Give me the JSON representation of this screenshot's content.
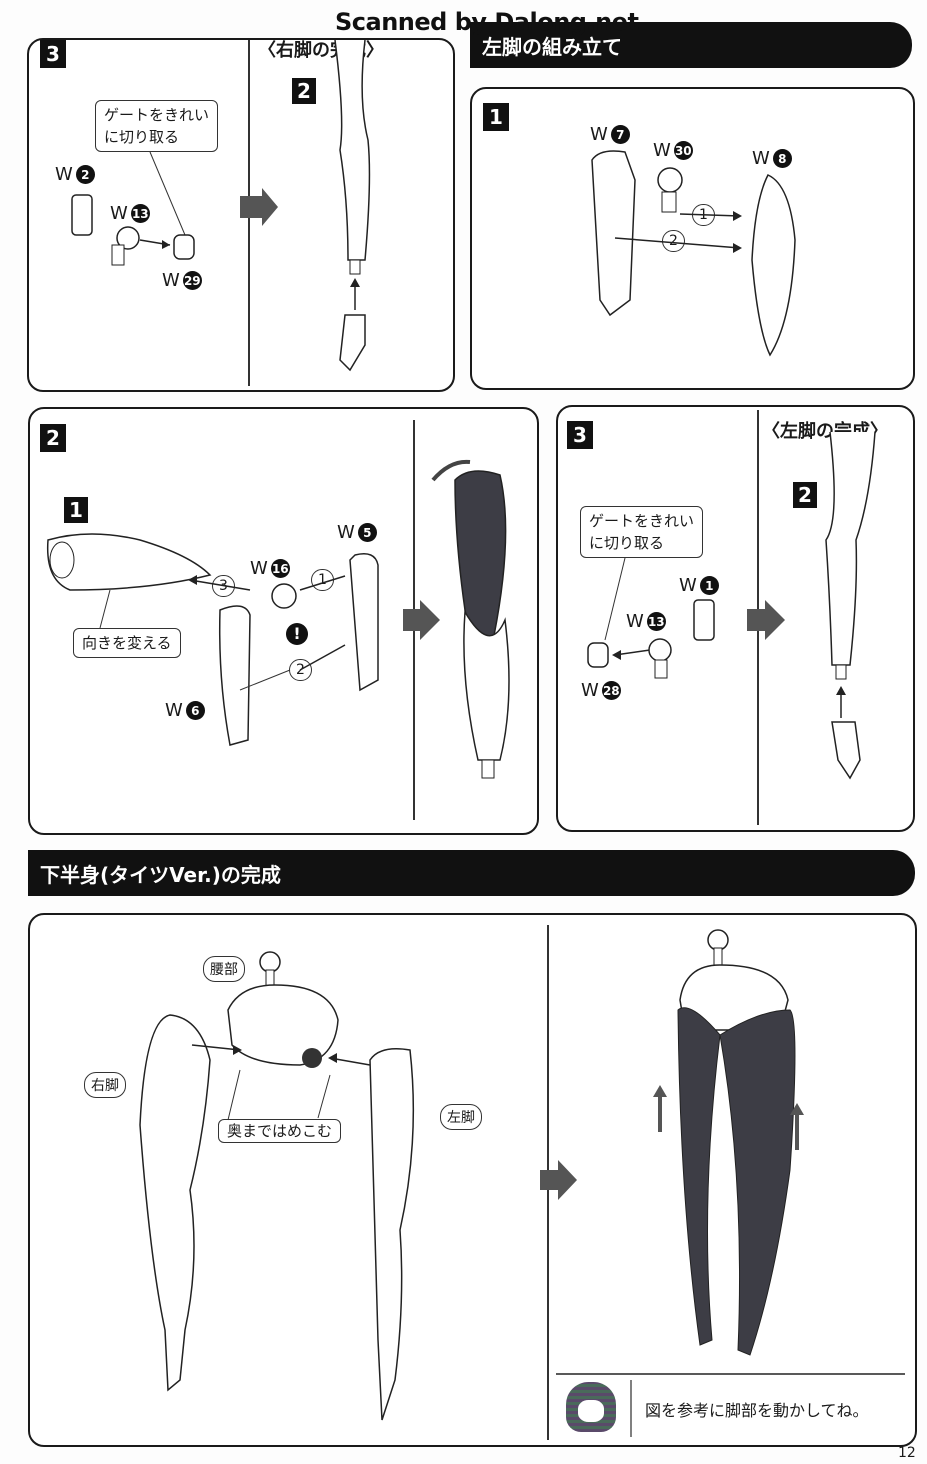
{
  "watermark": "Scanned by Dalong.net",
  "page_number": "12",
  "right_leg_step3": {
    "step": "3",
    "callout": [
      "ゲートをきれい",
      "に切り取る"
    ],
    "parts": [
      {
        "letter": "W",
        "num": "2"
      },
      {
        "letter": "W",
        "num": "13"
      },
      {
        "letter": "W",
        "num": "29"
      }
    ],
    "result_title": "〈右脚の完成〉",
    "result_step": "2"
  },
  "left_leg_header": "左脚の組み立て",
  "left_leg_step1": {
    "step": "1",
    "parts": [
      {
        "letter": "W",
        "num": "7"
      },
      {
        "letter": "W",
        "num": "30"
      },
      {
        "letter": "W",
        "num": "8"
      }
    ],
    "order": [
      "1",
      "2"
    ]
  },
  "left_leg_step2": {
    "step": "2",
    "sub_step": "1",
    "parts": [
      {
        "letter": "W",
        "num": "5"
      },
      {
        "letter": "W",
        "num": "16"
      },
      {
        "letter": "W",
        "num": "6"
      }
    ],
    "order": [
      "1",
      "2",
      "3"
    ],
    "caution": "!",
    "callout": "向きを変える"
  },
  "left_leg_step3": {
    "step": "3",
    "callout": [
      "ゲートをきれい",
      "に切り取る"
    ],
    "parts": [
      {
        "letter": "W",
        "num": "1"
      },
      {
        "letter": "W",
        "num": "13"
      },
      {
        "letter": "W",
        "num": "28"
      }
    ],
    "result_title": "〈左脚の完成〉",
    "result_step": "2"
  },
  "lower_body_header": "下半身(タイツVer.)の完成",
  "lower_body": {
    "labels": {
      "waist": "腰部",
      "right_leg": "右脚",
      "left_leg": "左脚",
      "push_in": "奥まではめこむ"
    },
    "tip": "図を参考に脚部を動かしてね。"
  }
}
